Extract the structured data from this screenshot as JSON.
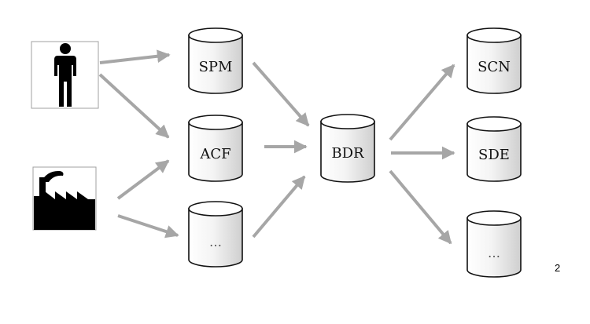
{
  "sources": [
    {
      "id": "person",
      "icon": "person-icon"
    },
    {
      "id": "factory",
      "icon": "factory-icon"
    }
  ],
  "databases": {
    "spm": "SPM",
    "acf": "ACF",
    "mid_more": "…",
    "bdr": "BDR",
    "scn": "SCN",
    "sde": "SDE",
    "right_more": "…"
  },
  "page_number": "2",
  "colors": {
    "arrow": "#a6a6a6",
    "cylinder_stroke": "#111111",
    "cylinder_fill_light": "#ffffff",
    "cylinder_fill_dark": "#d0d0d0",
    "icon_fill": "#000000"
  }
}
